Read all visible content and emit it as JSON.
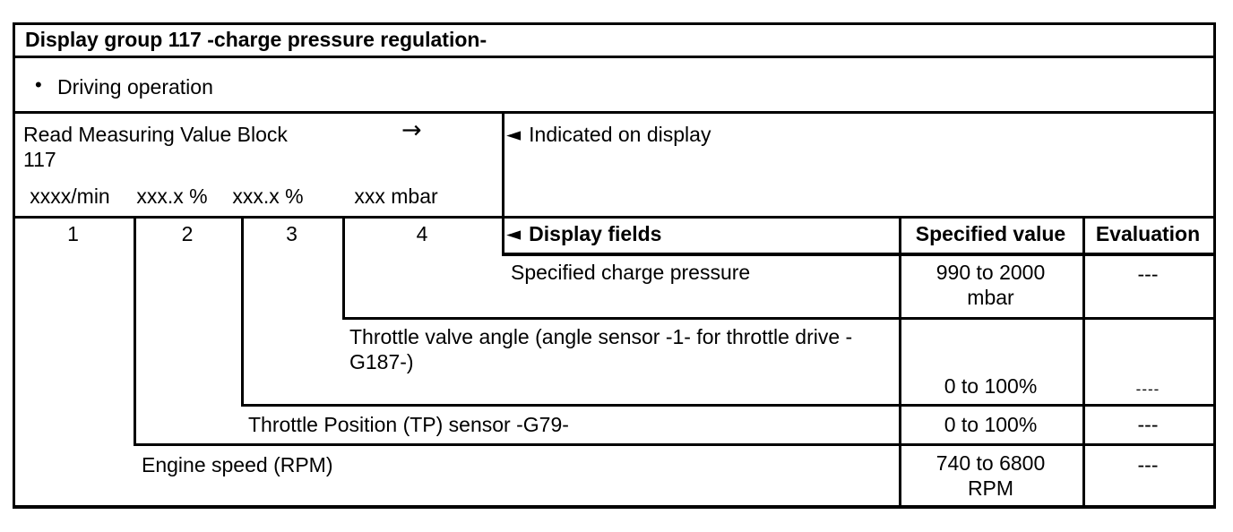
{
  "colors": {
    "text": "#000000",
    "background": "#ffffff",
    "border": "#000000"
  },
  "icons": {
    "triangle_left": "◄",
    "arrow_right": "→",
    "bullet": "•"
  },
  "table": {
    "title": "Display group 117 -charge pressure regulation-",
    "condition": {
      "text": "Driving operation"
    },
    "measuring_block": {
      "instruction": "Read Measuring Value Block\n117",
      "units": [
        "xxxx/min",
        "xxx.x %",
        "xxx.x %",
        "xxx mbar"
      ],
      "indicated_label": "Indicated on display"
    },
    "header": {
      "fields": [
        "1",
        "2",
        "3",
        "4"
      ],
      "display_fields_label": "Display fields",
      "specified_value_label": "Specified value",
      "evaluation_label": "Evaluation"
    },
    "rows": [
      {
        "field": "4",
        "description": "Specified charge pressure",
        "specified_value": "990 to 2000\nmbar",
        "evaluation": "---"
      },
      {
        "field": "3",
        "description": "Throttle valve angle (angle sensor -1- for throttle drive -\nG187-)",
        "specified_value": "0 to 100%",
        "evaluation": "----"
      },
      {
        "field": "2",
        "description": "Throttle Position (TP) sensor -G79-",
        "specified_value": "0 to 100%",
        "evaluation": "---"
      },
      {
        "field": "1",
        "description": "Engine speed (RPM)",
        "specified_value": "740 to 6800\nRPM",
        "evaluation": "---"
      }
    ]
  }
}
